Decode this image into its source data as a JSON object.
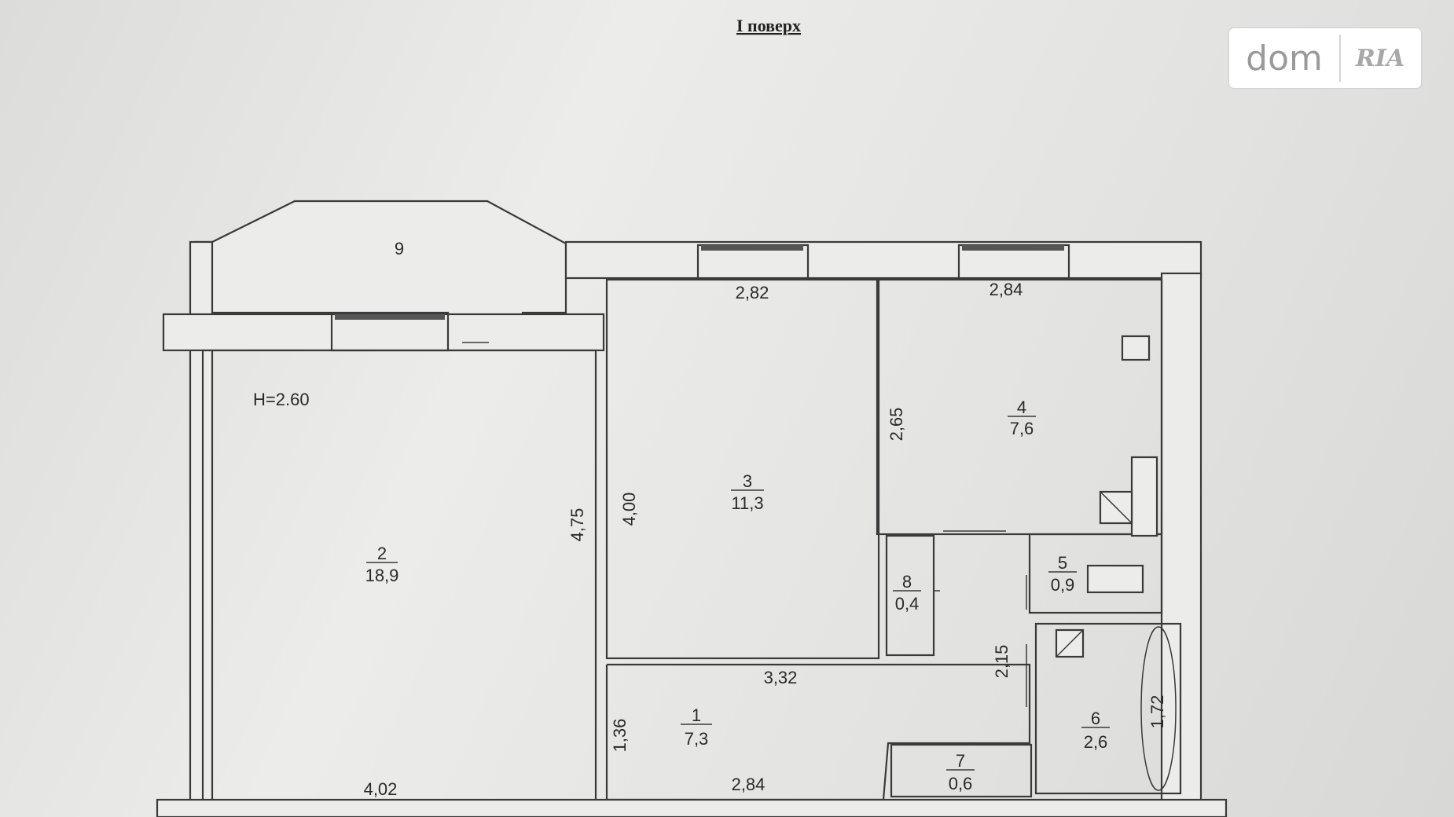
{
  "floor_title": "I поверх",
  "logo": {
    "left": "dom",
    "right": "RIA"
  },
  "ceiling_height": "H=2.60",
  "rooms": [
    {
      "number": "1",
      "area": "7,3"
    },
    {
      "number": "2",
      "area": "18,9"
    },
    {
      "number": "3",
      "area": "11,3"
    },
    {
      "number": "4",
      "area": "7,6"
    },
    {
      "number": "5",
      "area": "0,9"
    },
    {
      "number": "6",
      "area": "2,6"
    },
    {
      "number": "7",
      "area": "0,6"
    },
    {
      "number": "8",
      "area": "0,4"
    },
    {
      "number": "9"
    }
  ],
  "dimensions": {
    "d_282": "2,82",
    "d_284_top": "2,84",
    "d_265": "2,65",
    "d_400": "4,00",
    "d_475": "4,75",
    "d_332": "3,32",
    "d_215": "2,15",
    "d_172": "1,72",
    "d_136": "1,36",
    "d_402": "4,02",
    "d_284_bottom": "2,84"
  }
}
